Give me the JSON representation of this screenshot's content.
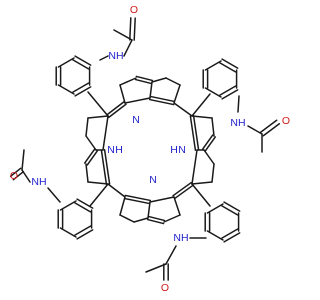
{
  "molecule": {
    "atom_labels": {
      "amide_n": "NH",
      "carbonyl_o": "O",
      "pyrrole_nh": "NH",
      "pyrrole_n": "N",
      "core_nh_left": "N",
      "core_nh_left_h": "H",
      "core_nh_right": "H",
      "core_nh_right_n": "N"
    },
    "colors": {
      "bond": "#1a1a1a",
      "nitrogen": "#1e1ecc",
      "oxygen": "#d21a1a",
      "background": "#ffffff"
    }
  }
}
